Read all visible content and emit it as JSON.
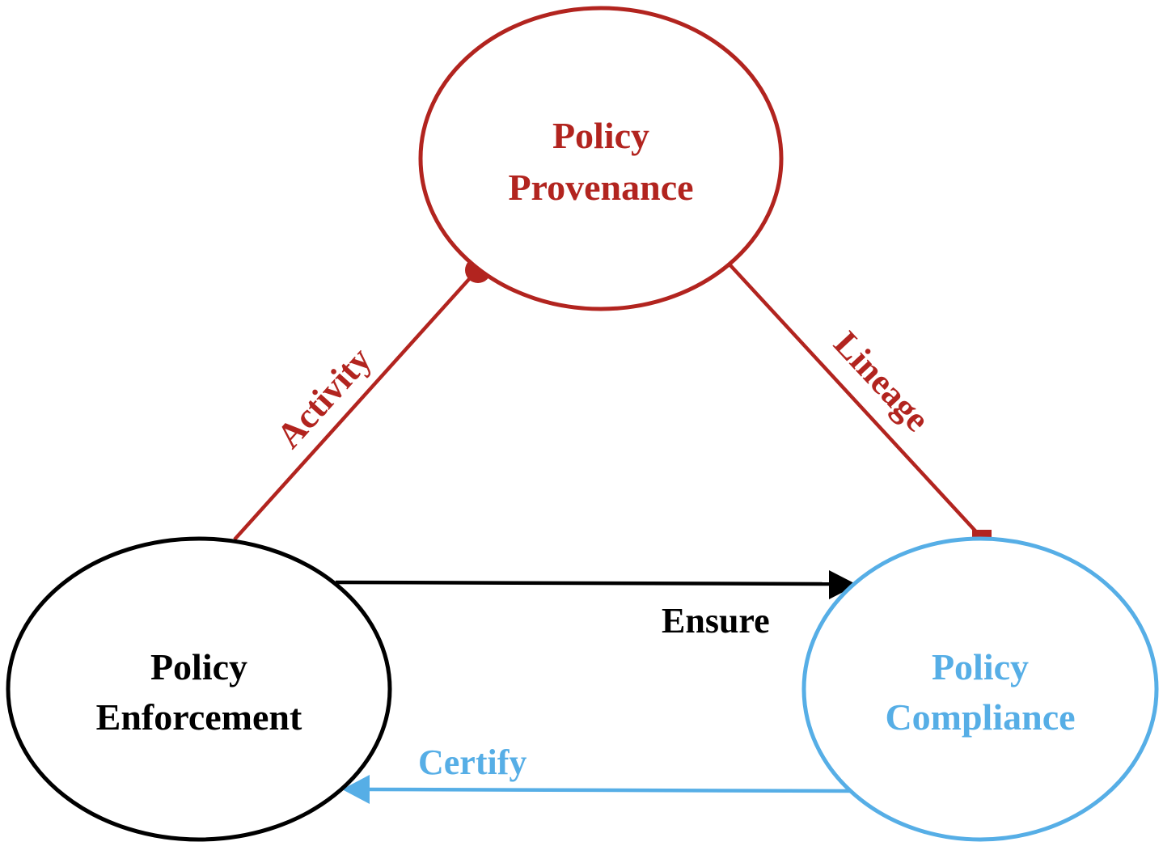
{
  "colors": {
    "provenance": "#b2241f",
    "enforcement": "#000000",
    "compliance": "#56aee6"
  },
  "nodes": {
    "provenance": {
      "line1": "Policy",
      "line2": "Provenance"
    },
    "enforcement": {
      "line1": "Policy",
      "line2": "Enforcement"
    },
    "compliance": {
      "line1": "Policy",
      "line2": "Compliance"
    }
  },
  "edges": {
    "activity": {
      "label": "Activity",
      "from": "Policy Enforcement",
      "to": "Policy Provenance",
      "end_marker": "circle"
    },
    "lineage": {
      "label": "Lineage",
      "from": "Policy Provenance",
      "to": "Policy Compliance",
      "end_marker": "square"
    },
    "ensure": {
      "label": "Ensure",
      "from": "Policy Enforcement",
      "to": "Policy Compliance",
      "end_marker": "arrow"
    },
    "certify": {
      "label": "Certify",
      "from": "Policy Compliance",
      "to": "Policy Enforcement",
      "end_marker": "arrow"
    }
  }
}
